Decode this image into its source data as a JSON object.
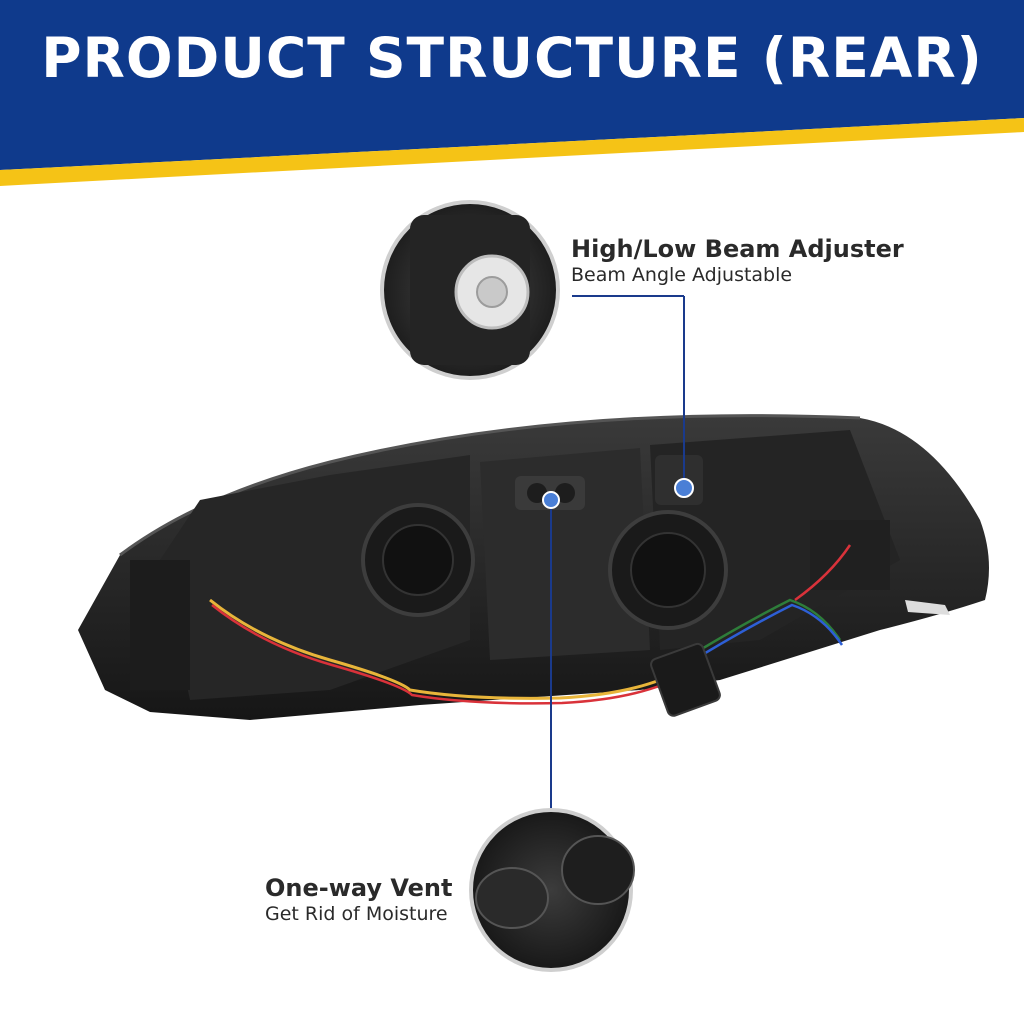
{
  "header": {
    "title": "PRODUCT STRUCTURE (REAR)"
  },
  "colors": {
    "banner_blue": "#0f3a8c",
    "banner_stripe": "#f5c316",
    "leader_line": "#1a3a8c",
    "text": "#2a2a2a"
  },
  "callouts": {
    "beam_adjuster": {
      "title": "High/Low Beam Adjuster",
      "subtitle": "Beam Angle Adjustable"
    },
    "vent": {
      "title": "One-way Vent",
      "subtitle": "Get Rid of Moisture"
    }
  },
  "icons": {
    "adjuster": "beam-adjuster-zoom-icon",
    "vent": "vent-zoom-icon"
  }
}
